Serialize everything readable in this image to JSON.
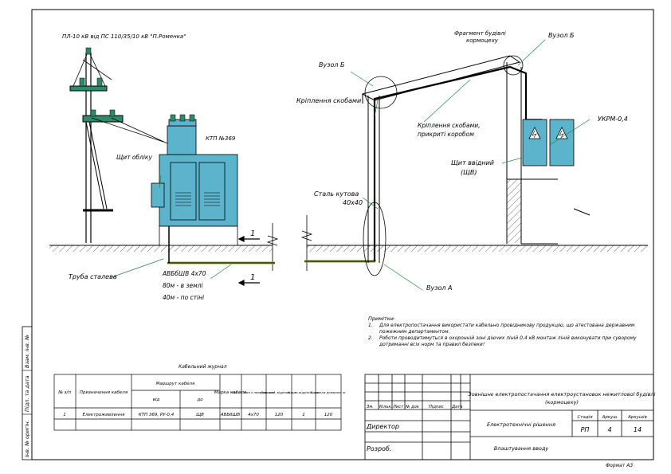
{
  "labels": {
    "line_title": "ПЛ-10 кВ від ПС 110/35/10 кВ \"П.Роменка\"",
    "ktp": "КТП №369",
    "meter_panel": "Щит обліку",
    "steel_pipe": "Труба сталева",
    "cable_1": "АВБбШВ 4х70",
    "cable_2": "80м - в землі",
    "cable_3": "40м - по стіні",
    "fragment_1": "Фрагмент будівлі",
    "fragment_2": "кормоцеху",
    "node_b_1": "Вузол Б",
    "node_b_2": "Вузол Б",
    "bracket_fix": "Кріплення скобами",
    "bracket_box_1": "Кріплення скобами,",
    "bracket_box_2": "прикриті коробом",
    "ukrm": "УКРМ-0,4",
    "input_panel_1": "Щит ввідний",
    "input_panel_2": "(ЩВ)",
    "angle_steel_1": "Сталь кутова",
    "angle_steel_2": "40х40",
    "node_a": "Вузол А",
    "section_mark_top": "1",
    "section_mark_bottom": "1"
  },
  "notes": {
    "title": "Примітки:",
    "items": [
      {
        "num": "1.",
        "text": "Для електропостачання використати кабельно провідникову продукцію, що атестована державним пожежним департаментом."
      },
      {
        "num": "2.",
        "text": "Роботи проводитимуться в охоронній зоні діючих ліній 0,4 кВ монтаж ліній виконувати при суворому дотриманні всіх норм та правил безпеки!"
      }
    ]
  },
  "cable_journal": {
    "title": "Кабельний журнал",
    "headers": {
      "num": "№ з/п",
      "purpose": "Призначення кабеля",
      "route": "Маршрут кабеля",
      "from": "від",
      "to": "до",
      "brand": "Марка кабеля",
      "cores": "Кіл.-ть жил х перетин, мм²",
      "length": "Довжина, відрізка, шт.",
      "pieces": "Кіл.-ть відрізків, шт.",
      "total": "Загальна довжина, м."
    },
    "rows": [
      {
        "num": "1",
        "purpose": "Електроживлення",
        "from": "КТП 369, РУ-0,4",
        "to": "ЩВ",
        "brand": "АВБбШВ",
        "cores": "4х70",
        "length": "120",
        "pieces": "1",
        "total": "120"
      }
    ]
  },
  "title_block": {
    "project": "Зовнішнє електропостачання електроустановок нежитлової будівлі (кормоцеху)",
    "section": "Електротехнічні рішення",
    "sheet_name": "Влаштування вводу",
    "col_headers": [
      "Зм.",
      "Кільк.",
      "Лист",
      "№ док",
      "Підпис",
      "Дата"
    ],
    "role_1": "Директор",
    "role_2": "Розроб.",
    "stage_label": "Стадія",
    "sheet_label": "Аркуш",
    "sheets_label": "Аркушів",
    "stage": "РП",
    "sheet": "4",
    "sheets": "14",
    "format": "Формат А3"
  },
  "side_stamp": {
    "inv_dupl": "Взам. інв. №",
    "sign_date": "Підп. та дата",
    "inv_orig": "Інв. № оригін."
  },
  "colors": {
    "cabinet": "#5bb3cc",
    "cable": "#000000",
    "ground": "#7a9a3a",
    "leader": "#1f8a3a"
  }
}
